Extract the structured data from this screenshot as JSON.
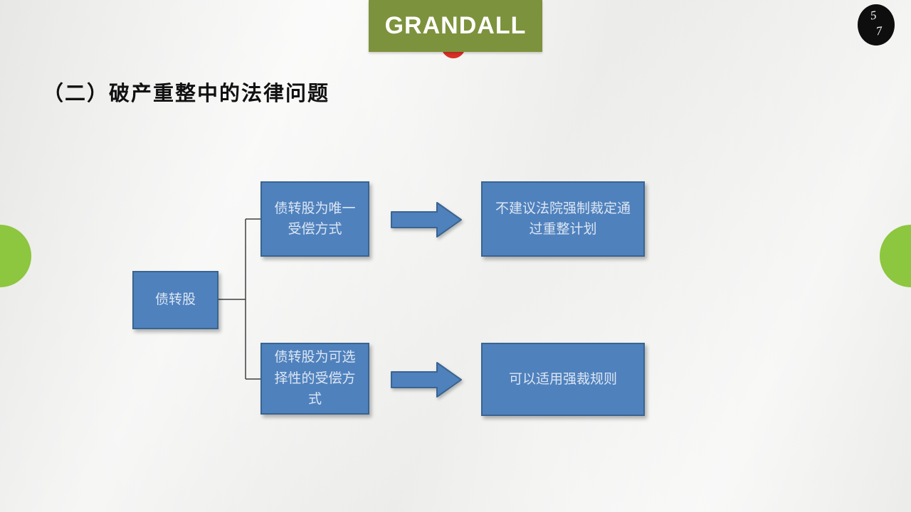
{
  "slide": {
    "banner": {
      "logo_text": "GRANDALL"
    },
    "page_badge": {
      "numerator": "5",
      "denominator": "7"
    },
    "title": "（二）破产重整中的法律问题",
    "diagram": {
      "root_label": "债转股",
      "conditions": [
        "债转股为唯一受偿方式",
        "债转股为可选择性的受偿方式"
      ],
      "results": [
        "不建议法院强制裁定通过重整计划",
        "可以适用强裁规则"
      ]
    },
    "colors": {
      "background": "#f1f1ef",
      "banner_green": "#7d923c",
      "accent_green": "#8dc63f",
      "logo_red": "#d93025",
      "box_blue": "#4f81bd",
      "box_border": "#39648f",
      "box_text": "#dce6f2",
      "badge_black": "#0e0e0e"
    }
  }
}
